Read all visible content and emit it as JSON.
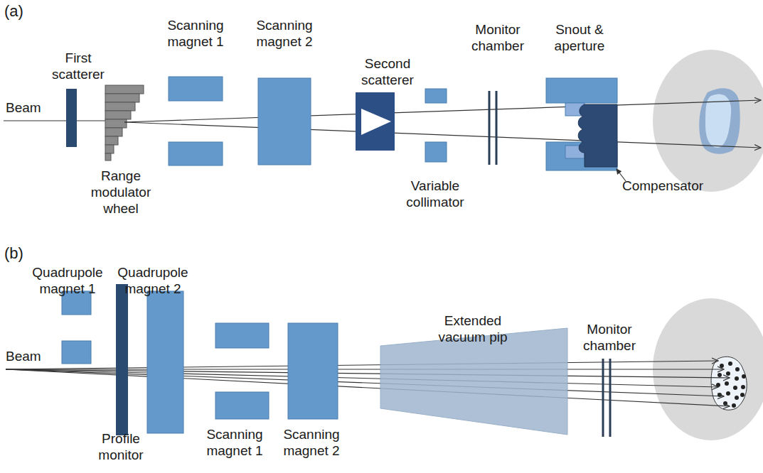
{
  "diagram": {
    "labels": [
      "(a)",
      "Beam",
      "First scatterer",
      "Range modulator wheel",
      "Scanning magnet 1",
      "Scanning magnet 2",
      "Second scatterer",
      "Monitor chamber",
      "Variable collimator",
      "Snout & aperture",
      "Compensator",
      "(b)",
      "Quadrupole magnet 1",
      "Quadrupole magnet 2",
      "Beam",
      "Profile monitor",
      "Scanning magnet 1",
      "Scanning magnet 2",
      "Extended vacuum pip",
      "Monitor chamber"
    ]
  }
}
